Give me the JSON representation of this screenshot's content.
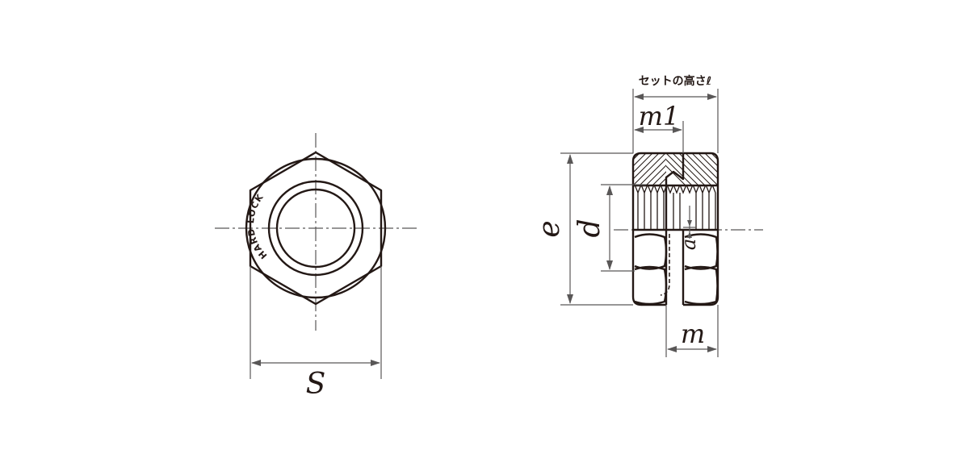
{
  "front_view": {
    "stamp_text": "HARD LOCK",
    "dimension_s": "S"
  },
  "side_view": {
    "set_height_label": "セットの高さℓ",
    "dimension_m1": "m1",
    "dimension_m": "m",
    "dimension_e": "e",
    "dimension_d": "d",
    "dimension_a": "a"
  }
}
